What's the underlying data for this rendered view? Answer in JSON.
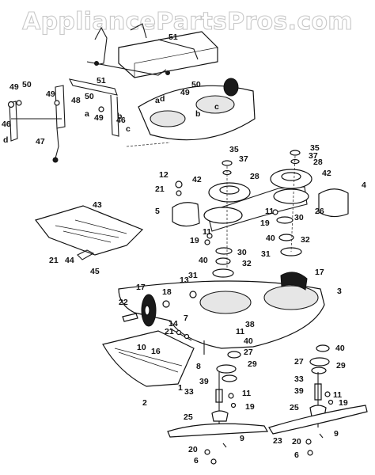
{
  "watermark": "AppliancePartsPros.com",
  "callouts": [
    {
      "id": "c51a",
      "text": "51"
    },
    {
      "id": "c51b",
      "text": "51"
    },
    {
      "id": "c49a",
      "text": "49"
    },
    {
      "id": "c50a",
      "text": "50"
    },
    {
      "id": "c46a",
      "text": "46"
    },
    {
      "id": "c49b",
      "text": "49"
    },
    {
      "id": "c48",
      "text": "48"
    },
    {
      "id": "c50b",
      "text": "50"
    },
    {
      "id": "c49c",
      "text": "49"
    },
    {
      "id": "c46b",
      "text": "46"
    },
    {
      "id": "c47",
      "text": "47"
    },
    {
      "id": "c49d",
      "text": "49"
    },
    {
      "id": "c50c",
      "text": "50"
    },
    {
      "id": "la",
      "text": "a"
    },
    {
      "id": "lb",
      "text": "b"
    },
    {
      "id": "lc",
      "text": "c"
    },
    {
      "id": "ld",
      "text": "d"
    },
    {
      "id": "la2",
      "text": "a"
    },
    {
      "id": "lb2",
      "text": "b"
    },
    {
      "id": "lc2",
      "text": "c"
    },
    {
      "id": "ld2",
      "text": "d"
    },
    {
      "id": "c35a",
      "text": "35"
    },
    {
      "id": "c37a",
      "text": "37"
    },
    {
      "id": "c35b",
      "text": "35"
    },
    {
      "id": "c37b",
      "text": "37"
    },
    {
      "id": "c28a",
      "text": "28"
    },
    {
      "id": "c28b",
      "text": "28"
    },
    {
      "id": "c12",
      "text": "12"
    },
    {
      "id": "c21a",
      "text": "21"
    },
    {
      "id": "c42a",
      "text": "42"
    },
    {
      "id": "c42b",
      "text": "42"
    },
    {
      "id": "c4",
      "text": "4"
    },
    {
      "id": "c5",
      "text": "5"
    },
    {
      "id": "c43",
      "text": "43"
    },
    {
      "id": "c11a",
      "text": "11"
    },
    {
      "id": "c30a",
      "text": "30"
    },
    {
      "id": "c26",
      "text": "26"
    },
    {
      "id": "c19a",
      "text": "19"
    },
    {
      "id": "c11b",
      "text": "11"
    },
    {
      "id": "c19b",
      "text": "19"
    },
    {
      "id": "c30b",
      "text": "30"
    },
    {
      "id": "c40a",
      "text": "40"
    },
    {
      "id": "c32a",
      "text": "32"
    },
    {
      "id": "c31a",
      "text": "31"
    },
    {
      "id": "c40b",
      "text": "40"
    },
    {
      "id": "c32b",
      "text": "32"
    },
    {
      "id": "c31b",
      "text": "31"
    },
    {
      "id": "c21b",
      "text": "21"
    },
    {
      "id": "c44",
      "text": "44"
    },
    {
      "id": "c45",
      "text": "45"
    },
    {
      "id": "c17a",
      "text": "17"
    },
    {
      "id": "c17b",
      "text": "17"
    },
    {
      "id": "c13",
      "text": "13"
    },
    {
      "id": "c3",
      "text": "3"
    },
    {
      "id": "c18",
      "text": "18"
    },
    {
      "id": "c22",
      "text": "22"
    },
    {
      "id": "c14",
      "text": "14"
    },
    {
      "id": "c21c",
      "text": "21"
    },
    {
      "id": "c10",
      "text": "10"
    },
    {
      "id": "c16",
      "text": "16"
    },
    {
      "id": "c7",
      "text": "7"
    },
    {
      "id": "c11c",
      "text": "11"
    },
    {
      "id": "c38",
      "text": "38"
    },
    {
      "id": "c40c",
      "text": "40"
    },
    {
      "id": "c27a",
      "text": "27"
    },
    {
      "id": "c29a",
      "text": "29"
    },
    {
      "id": "c8",
      "text": "8"
    },
    {
      "id": "c1",
      "text": "1"
    },
    {
      "id": "c33a",
      "text": "33"
    },
    {
      "id": "c39a",
      "text": "39"
    },
    {
      "id": "c11d",
      "text": "11"
    },
    {
      "id": "c19c",
      "text": "19"
    },
    {
      "id": "c25a",
      "text": "25"
    },
    {
      "id": "c2",
      "text": "2"
    },
    {
      "id": "c9a",
      "text": "9"
    },
    {
      "id": "c20a",
      "text": "20"
    },
    {
      "id": "c6a",
      "text": "6"
    },
    {
      "id": "c40d",
      "text": "40"
    },
    {
      "id": "c27b",
      "text": "27"
    },
    {
      "id": "c29b",
      "text": "29"
    },
    {
      "id": "c33b",
      "text": "33"
    },
    {
      "id": "c39b",
      "text": "39"
    },
    {
      "id": "c11e",
      "text": "11"
    },
    {
      "id": "c19d",
      "text": "19"
    },
    {
      "id": "c25b",
      "text": "25"
    },
    {
      "id": "c23",
      "text": "23"
    },
    {
      "id": "c9b",
      "text": "9"
    },
    {
      "id": "c20b",
      "text": "20"
    },
    {
      "id": "c6b",
      "text": "6"
    }
  ]
}
